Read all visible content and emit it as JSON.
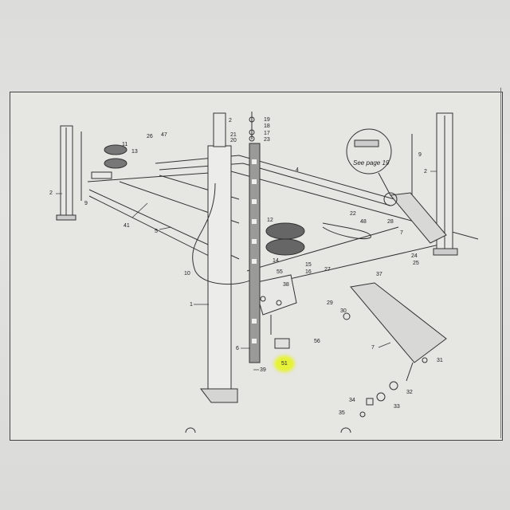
{
  "diagram": {
    "title_note": "See page 19",
    "highlight_color": "#e6f23a",
    "part_labels": [
      "2",
      "9",
      "11",
      "13",
      "26",
      "47",
      "41",
      "5",
      "2",
      "21",
      "20",
      "19",
      "18",
      "17",
      "23",
      "4",
      "9",
      "2",
      "22",
      "48",
      "28",
      "7",
      "24",
      "25",
      "12",
      "14",
      "55",
      "15",
      "16",
      "27",
      "37",
      "38",
      "10",
      "1",
      "29",
      "30",
      "6",
      "56",
      "51",
      "39",
      "7",
      "31",
      "32",
      "33",
      "34",
      "35"
    ],
    "highlighted_label": "51"
  }
}
